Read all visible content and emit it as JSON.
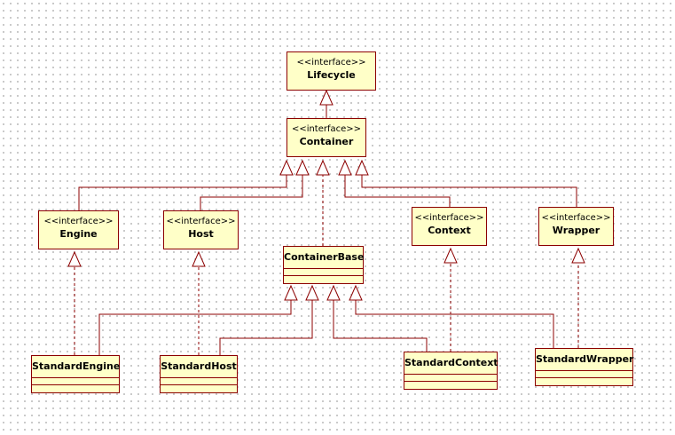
{
  "colors": {
    "box_fill": "#ffffc8",
    "line": "#8c0000",
    "background": "#ffffff"
  },
  "nodes": {
    "lifecycle": {
      "stereotype": "<<interface>>",
      "name": "Lifecycle"
    },
    "container": {
      "stereotype": "<<interface>>",
      "name": "Container"
    },
    "engine": {
      "stereotype": "<<interface>>",
      "name": "Engine"
    },
    "host": {
      "stereotype": "<<interface>>",
      "name": "Host"
    },
    "context": {
      "stereotype": "<<interface>>",
      "name": "Context"
    },
    "wrapper": {
      "stereotype": "<<interface>>",
      "name": "Wrapper"
    },
    "container_base": {
      "name": "ContainerBase"
    },
    "standard_engine": {
      "name": "StandardEngine"
    },
    "standard_host": {
      "name": "StandardHost"
    },
    "standard_context": {
      "name": "StandardContext"
    },
    "standard_wrapper": {
      "name": "StandardWrapper"
    }
  }
}
